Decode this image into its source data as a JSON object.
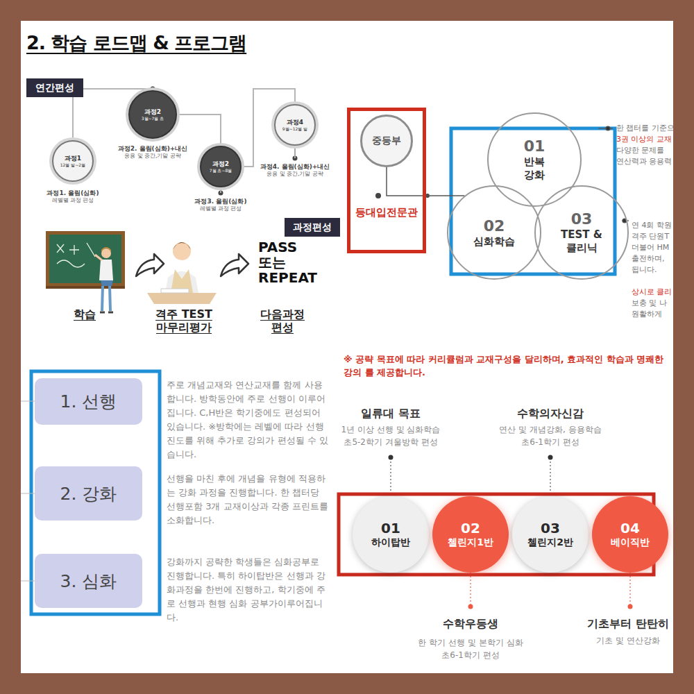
{
  "diagram": {
    "title": "2. 학습 로드맵 & 프로그램",
    "nodes": [
      {
        "text": [
          "연간편성"
        ]
      },
      {
        "text": [
          "과정1",
          "12월 말~2월"
        ]
      },
      {
        "text": [
          "과정2",
          "3월~7월 초"
        ]
      },
      {
        "text": [
          "과정2",
          "7월 초~8월"
        ]
      },
      {
        "text": [
          "과정4",
          "9월~12월 말"
        ]
      },
      {
        "text": [
          "등대입전문관"
        ]
      },
      {
        "text": [
          "중등부"
        ],
        "in": 5
      },
      {
        "text": [
          "01",
          "반복 강화"
        ]
      },
      {
        "text": [
          "02",
          "심화학습"
        ]
      },
      {
        "text": [
          "03",
          "TEST & 클리닉"
        ]
      },
      {
        "text": [
          "과정편성"
        ]
      },
      {
        "text": [
          "1. 선행"
        ]
      },
      {
        "text": [
          "2. 강화"
        ]
      },
      {
        "text": [
          "3. 심화"
        ]
      },
      {
        "text": [
          "01",
          "하이탑반"
        ]
      },
      {
        "text": [
          "02",
          "첼린지1반"
        ]
      },
      {
        "text": [
          "03",
          "첼린지2반"
        ]
      },
      {
        "text": [
          "04",
          "베이직반"
        ]
      }
    ],
    "edges": [
      {
        "from": 1,
        "to": 2,
        "arrow": "none"
      },
      {
        "from": 2,
        "to": 3,
        "arrow": "none"
      },
      {
        "from": 3,
        "to": 4,
        "arrow": "none"
      },
      {
        "from": 6,
        "to": 8,
        "arrow": "none"
      }
    ],
    "labels": [
      "과정1. 올림(심화)",
      "레벨별 과정 편성",
      "과정2. 올림(심화)+내신",
      "응용 및 중간,기말 공략",
      "과정3. 올림(심화)",
      "레벨별 과정 편성",
      "과정4. 올림(심화)+내신",
      "응용 및 중간,기말 공략",
      "학습",
      "격주 TEST 마무리평가",
      "PASS 또는 REPEAT",
      "다음과정 편성",
      "한 챕터를 기준으",
      "3권 이상의 교재",
      "다양한 문제를",
      "연산력과 응용력",
      "연 4회 학원",
      "격주 단원T",
      "더불어 HM",
      "출전하며,",
      "됩니다.",
      "상시로 클리",
      "보충 및 나",
      "원활하게",
      "※ 공략 목표에 따라 커리큘럼과 교재구성을 달리하며, 효과적인 학습과 명쾌한 강의 를 제공합니다.",
      "주로 개념교재와 연산교재를 함께 사용합니다. 방학동안에 주로 선행이 이루어집니다. C,H반은 학기중에도 편성되어 있습니다. ※방학에는 레벨에 따라 선행진도를 위해 추가로 강의가 편성될 수 있습니다.",
      "선행을 마친 후에 개념을 유형에 적용하는 강화 과정을 진행합니다. 한 챕터당 선행포함 3개 교재이상과 각종 프린트를 소화합니다.",
      "강화까지 공략한 학생들은 심화공부로 진행합니다. 특히 하이탑반은 선행과 강화과정을 한번에 진행하고, 학기중에 주로 선행과 현행 심화 공부가이루어집니다.",
      "일류대 목표",
      "1년 이상 선행 및 심화학습",
      "초5-2학기 겨울방학 편성",
      "수학의자신감",
      "연산 및 개념강화, 응용학습",
      "초6-1학기 편성",
      "수학우등생",
      "한 학기 선행 및 본학기 심화",
      "초6-1학기 편성",
      "기초부터 탄탄히",
      "기초 및 연산강화"
    ]
  }
}
